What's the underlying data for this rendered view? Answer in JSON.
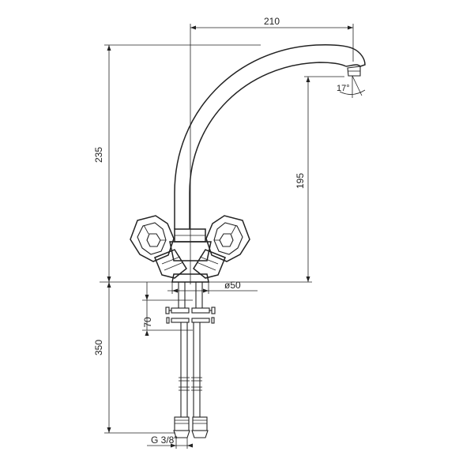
{
  "drawing": {
    "type": "faucet-technical-drawing",
    "dimensions": {
      "spout_reach": "210",
      "total_height": "235",
      "spout_height": "195",
      "hose_length": "350",
      "tail_offset": "70",
      "base_diameter": "ø50",
      "thread": "G 3/8\"",
      "spout_angle": "17°"
    }
  }
}
